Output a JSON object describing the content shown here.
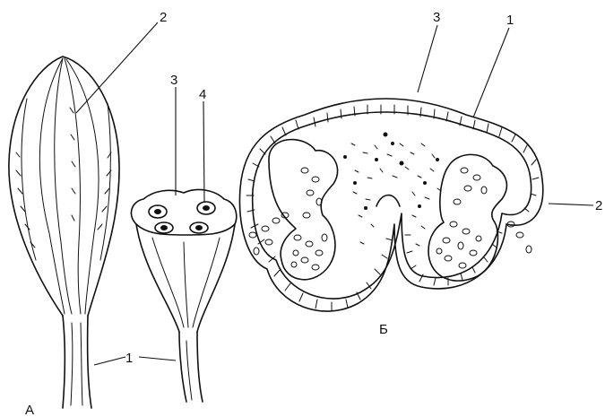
{
  "panel_labels": {
    "a": "А",
    "b": "Б"
  },
  "callouts": {
    "a_stalk": "1",
    "a_anther": "2",
    "a_section_wall": "3",
    "a_section_locule": "4",
    "b_epidermis": "3",
    "b_layer": "1",
    "b_locule": "2"
  }
}
